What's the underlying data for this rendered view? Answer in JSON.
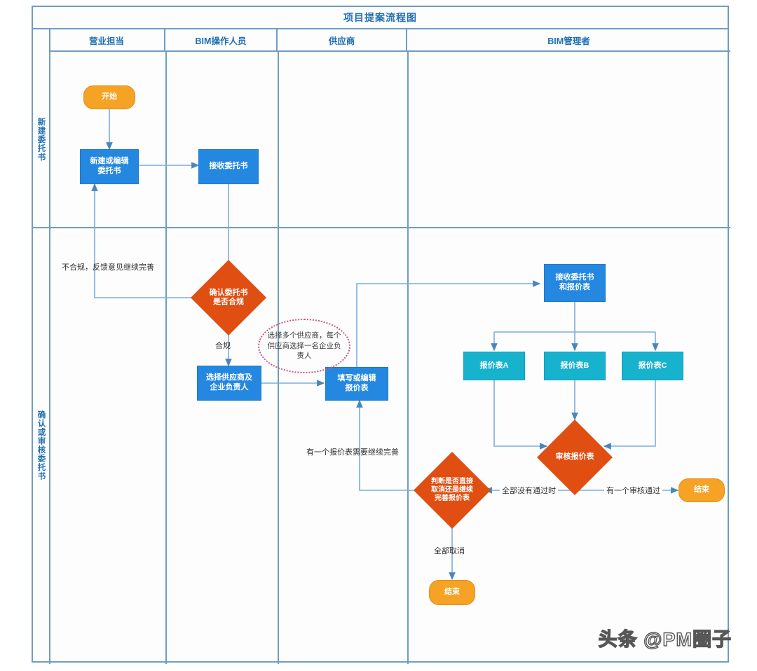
{
  "diagram": {
    "title": "项目提案流程图",
    "watermark": "头条 @PM圈子",
    "colors": {
      "frame_border": "#6f9dc4",
      "header_text": "#1f6fb2",
      "terminator": "#f5a225",
      "process": "#2488e0",
      "data": "#17b2cd",
      "decision": "#e04e12",
      "connector": "#5b9bd5",
      "note_border": "#d4527c"
    },
    "lanes": [
      {
        "id": "lane-sales",
        "label": "营业担当"
      },
      {
        "id": "lane-bim-op",
        "label": "BIM操作人员"
      },
      {
        "id": "lane-vendor",
        "label": "供应商"
      },
      {
        "id": "lane-bim-mgr",
        "label": "BIM管理者"
      }
    ],
    "stages": [
      {
        "id": "stage-new",
        "label": "新建委托书"
      },
      {
        "id": "stage-confirm",
        "label": "确认或审核委托书"
      }
    ],
    "nodes": [
      {
        "id": "n-start",
        "label": "开始",
        "type": "terminator"
      },
      {
        "id": "n-create-edit",
        "label": "新建或编辑\n委托书",
        "type": "process"
      },
      {
        "id": "n-receive",
        "label": "接收委托书",
        "type": "process"
      },
      {
        "id": "n-check",
        "label": "确认委托书\n是否合规",
        "type": "decision"
      },
      {
        "id": "n-select-vendor",
        "label": "选择供应商及\n企业负责人",
        "type": "process"
      },
      {
        "id": "n-fill-quote",
        "label": "填写或编辑\n报价表",
        "type": "process"
      },
      {
        "id": "n-recv-quote",
        "label": "接收委托书\n和报价表",
        "type": "process"
      },
      {
        "id": "n-quote-a",
        "label": "报价表A",
        "type": "data"
      },
      {
        "id": "n-quote-b",
        "label": "报价表B",
        "type": "data"
      },
      {
        "id": "n-quote-c",
        "label": "报价表C",
        "type": "data"
      },
      {
        "id": "n-review",
        "label": "审核报价表",
        "type": "decision"
      },
      {
        "id": "n-cancel-judge",
        "label": "判断是否直接\n取消还是继续\n完善报价表",
        "type": "decision"
      },
      {
        "id": "n-end-pass",
        "label": "结束",
        "type": "terminator"
      },
      {
        "id": "n-end-cancel",
        "label": "结束",
        "type": "terminator"
      }
    ],
    "note": {
      "id": "note-vendor-selection",
      "text": "选择多个供应商，每个供应商选择一名企业负责人"
    },
    "edge_labels": [
      {
        "id": "el-noncompliant",
        "text": "不合规，反馈意见继续完善"
      },
      {
        "id": "el-compliant",
        "text": "合规"
      },
      {
        "id": "el-need-improve",
        "text": "有一个报价表需要继续完善"
      },
      {
        "id": "el-none-passed",
        "text": "全部没有通过时"
      },
      {
        "id": "el-one-passed",
        "text": "有一个审核通过"
      },
      {
        "id": "el-all-cancel",
        "text": "全部取消"
      }
    ]
  }
}
